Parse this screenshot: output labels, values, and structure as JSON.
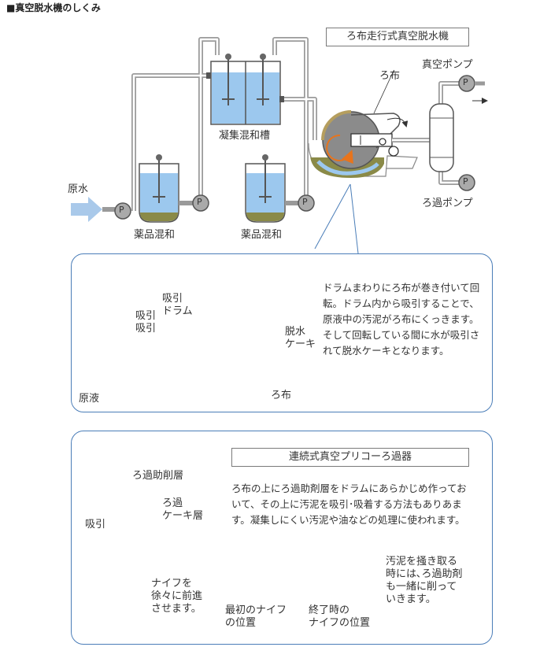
{
  "heading": "■真空脱水機のしくみ",
  "machine_label": "ろ布走行式真空脱水機",
  "labels": {
    "vacuum_pump": "真空ポンプ",
    "filter_cloth_top": "ろ布",
    "filter_pump": "ろ過ポンプ",
    "raw_water": "原水",
    "coag_tank": "凝集混和槽",
    "chem_mix_1": "薬品混和",
    "chem_mix_2": "薬品混和",
    "pump_p": "P"
  },
  "drum_panel": {
    "suction_drum": "吸引\nドラム",
    "suction_left": "吸引\n吸引",
    "dewatered_cake": "脱水\nケーキ",
    "raw_liquid": "原液",
    "filter_cloth": "ろ布",
    "description": "ドラムまわりにろ布が巻き付いて回転。ドラム内から吸引することで、原液中の汚泥がろ布にくっきます。そして回転している間に水が吸引されて脱水ケーキとなります。"
  },
  "precoat_panel": {
    "title": "連続式真空プリコーろ過器",
    "precoat_layer": "ろ過助削層",
    "cake_layer": "ろ過\nケーキ層",
    "suction": "吸引",
    "knife_advance": "ナイフを\n徐々に前進\nさせます。",
    "description": "ろ布の上にろ過助剤層をドラムにあらかじめ作っておいて、その上に汚泥を吸引･吸着する方法もありあます。凝集しにくい汚泥や油などの処理に使われます。",
    "knife_initial": "最初のナイフ\nの位置",
    "knife_final": "終了時の\nナイフの位置",
    "scrape_note": "汚泥を掻き取る\n時には､ろ過助剤\nも一緒に削って\nいきます。"
  },
  "colors": {
    "pipe": "#9a9a9a",
    "water": "#9cc8ee",
    "sludge": "#8a8a48",
    "cake": "#b59e5e",
    "drum": "#8b8b8b",
    "panel_border": "#4a7db8",
    "orange_arrow": "#e8741c",
    "blue_arrow": "#1f5fa8"
  }
}
